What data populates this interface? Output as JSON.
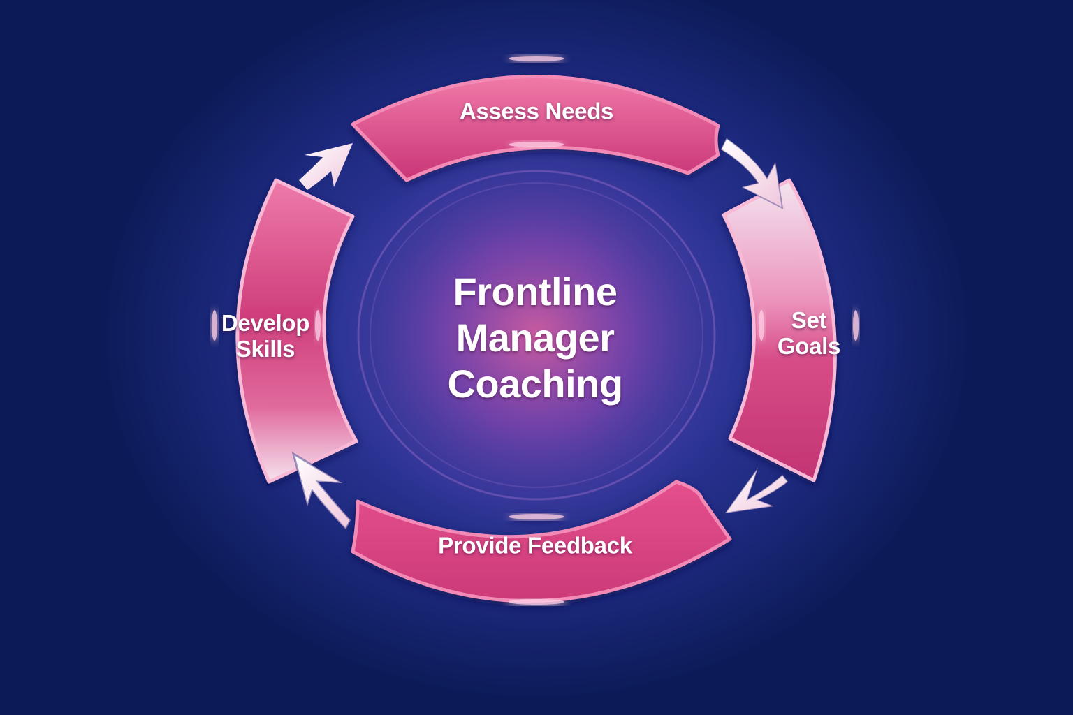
{
  "diagram": {
    "type": "cycle",
    "title_lines": [
      "Frontline",
      "Manager",
      "Coaching"
    ],
    "steps": [
      {
        "id": "assess",
        "lines": [
          "Assess Needs"
        ],
        "position": "top"
      },
      {
        "id": "goals",
        "lines": [
          "Set",
          "Goals"
        ],
        "position": "right"
      },
      {
        "id": "feedback",
        "lines": [
          "Provide Feedback"
        ],
        "position": "bottom"
      },
      {
        "id": "develop",
        "lines": [
          "Develop",
          "Skills"
        ],
        "position": "left"
      }
    ],
    "flow": [
      {
        "from": "Assess Needs",
        "to": "Set Goals"
      },
      {
        "from": "Set Goals",
        "to": "Provide Feedback"
      },
      {
        "from": "Provide Feedback",
        "to": "Develop Skills"
      },
      {
        "from": "Develop Skills",
        "to": "Assess Needs"
      }
    ],
    "direction": "clockwise"
  },
  "colors": {
    "background_outer": "#0c1b58",
    "background_inner": "#4a3fa8",
    "segment_fill": "#d6407e",
    "segment_border": "#f58cb4",
    "arrow_fill": "#f6eef6",
    "text": "#ffffff"
  }
}
